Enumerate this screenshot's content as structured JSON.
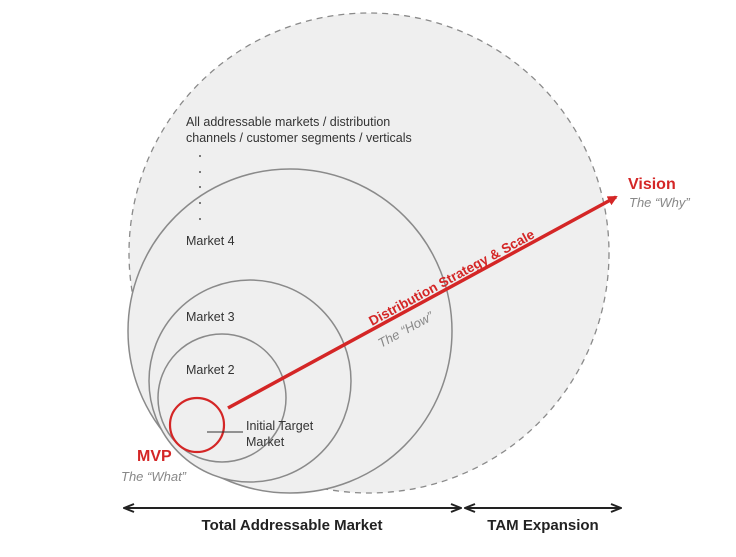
{
  "diagram": {
    "headline": {
      "line1": "All addressable markets / distribution",
      "line2": "channels / customer segments / verticals"
    },
    "markets": {
      "market4": "Market 4",
      "market3": "Market 3",
      "market2": "Market 2",
      "initial_line1": "Initial Target",
      "initial_line2": "Market"
    },
    "mvp": {
      "label": "MVP",
      "sub": "The “What”"
    },
    "vision": {
      "label": "Vision",
      "sub": "The “Why”"
    },
    "arrow": {
      "label": "Distribution Strategy & Scale",
      "sub": "The “How”"
    },
    "axis": {
      "tam": "Total Addressable Market",
      "expansion": "TAM Expansion"
    },
    "colors": {
      "accent": "#d42626",
      "outer_fill": "#efefef",
      "ring": "#8a8a8a",
      "dash": "#8a8a8a"
    }
  }
}
